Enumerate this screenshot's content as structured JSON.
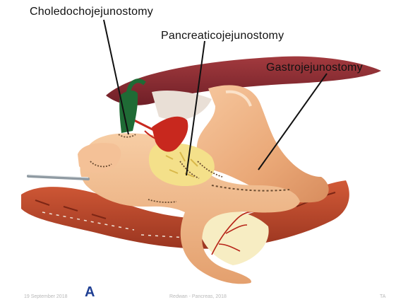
{
  "labels": {
    "choledocho": "Choledochojejunostomy",
    "pancreatico": "Pancreaticojejunostomy",
    "gastro": "Gastrojejunostomy"
  },
  "panel_letter": "A",
  "footer": {
    "date": "19 September 2018",
    "author": "Redwan - Pancreas, 2018",
    "page": "TA"
  },
  "colors": {
    "liver": "#8e2f35",
    "bile_duct": "#1f6b35",
    "stomach": "#eeae82",
    "jejunum": "#f2ba8c",
    "pancreas_area": "#f4e08a",
    "colon": "#b8472a",
    "artery": "#c8281e",
    "panel_letter": "#1f3f93"
  },
  "icons": [
    "surgical-drain-icon"
  ]
}
